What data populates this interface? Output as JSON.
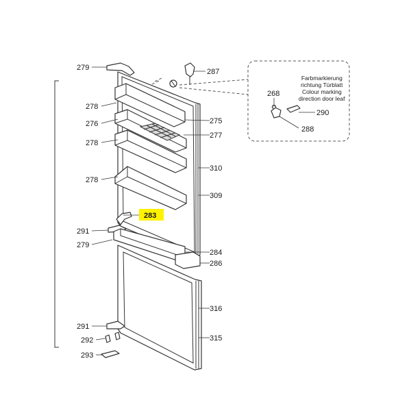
{
  "highlight_color": "#fff200",
  "detail_note": {
    "lines": [
      "Farbmarkierung",
      "richtung Türblatt",
      "Colour marking",
      "direction door leaf"
    ]
  },
  "labels": {
    "p279_top": "279",
    "p287": "287",
    "p278_a": "278",
    "p276": "276",
    "p278_b": "278",
    "p278_c": "278",
    "p275": "275",
    "p277": "277",
    "p310": "310",
    "p309": "309",
    "p283": "283",
    "p291_top": "291",
    "p279_mid": "279",
    "p284": "284",
    "p286": "286",
    "p316": "316",
    "p291_bot": "291",
    "p292": "292",
    "p293": "293",
    "p315": "315",
    "p268": "268",
    "p290": "290",
    "p288": "288"
  },
  "icons": {
    "bracket": "vertical-dimension-bracket",
    "hinge": "hinge-icon",
    "pin": "pin-icon"
  }
}
